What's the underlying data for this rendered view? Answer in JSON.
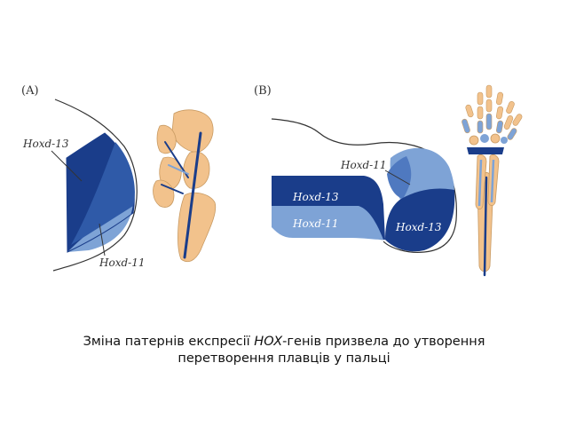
{
  "panel_a": {
    "label": "(A)",
    "gene_label_top": "Hoxd-13",
    "gene_label_bottom": "Hoxd-11"
  },
  "panel_b": {
    "label": "(B)",
    "gene_label_upper": "Hoxd-11",
    "gene_label_band1": "Hoxd-13",
    "gene_label_band2": "Hoxd-11",
    "gene_label_bud": "Hoxd-13"
  },
  "caption": {
    "line1_before": "Зміна патернів експресії ",
    "line1_italic": "HOX",
    "line1_after": "-генів призвела до утворення",
    "line2": "перетворення плавців у пальці"
  },
  "colors": {
    "hoxd13_dark": "#1a3d8a",
    "hoxd11_light": "#7ea3d6",
    "bone_tan": "#f2c28c",
    "outline": "#333333"
  }
}
